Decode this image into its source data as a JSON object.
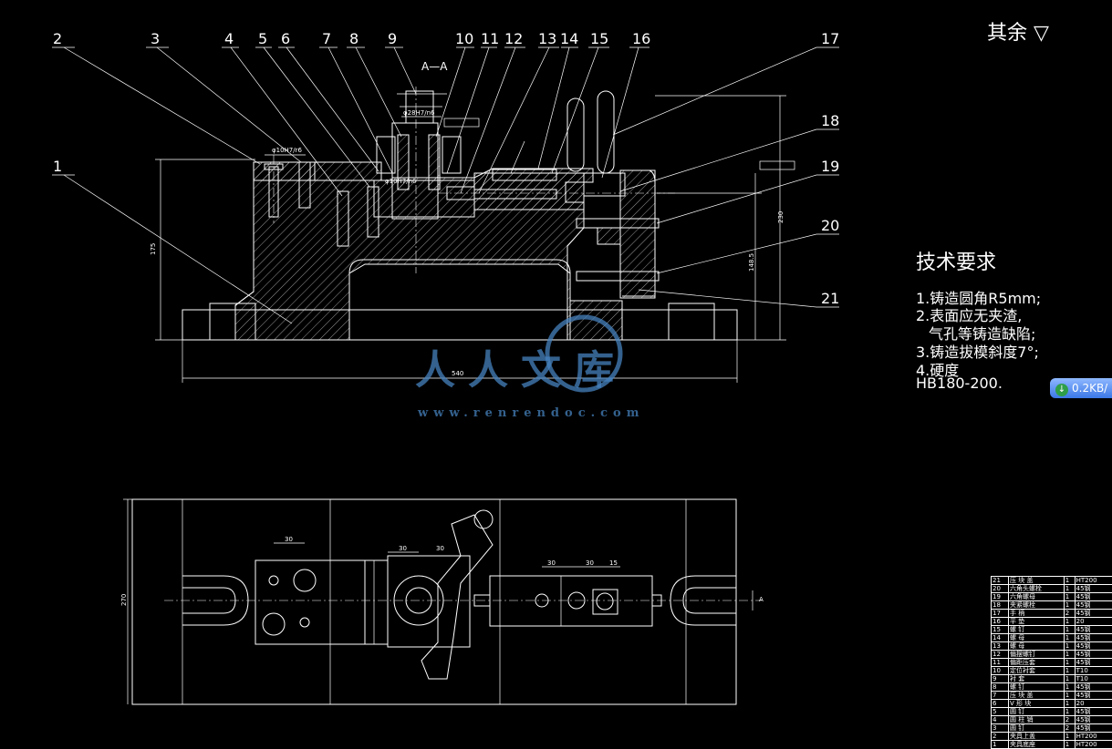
{
  "drawing": {
    "section_label": "A—A",
    "leader_numbers": [
      "1",
      "2",
      "3",
      "4",
      "5",
      "6",
      "7",
      "8",
      "9",
      "10",
      "11",
      "12",
      "13",
      "14",
      "15",
      "16",
      "17",
      "18",
      "19",
      "20",
      "21"
    ],
    "dimensions": {
      "total_width": "540",
      "height_left": "175",
      "height_right": "230",
      "height_right_inner": "148.5",
      "plan_height": "270",
      "plan_d1": "30",
      "plan_d2": "30",
      "plan_d3": "30",
      "plan_d4": "30",
      "plan_d5": "15",
      "fit1": "φ10H7/r6",
      "fit2": "φ10H7/n6",
      "fit3": "φ28H7/n6"
    },
    "section_marker": "A"
  },
  "roughness": {
    "label": "其余",
    "symbol": "▽"
  },
  "tech_requirements": {
    "title": "技术要求",
    "items": [
      "1.铸造圆角R5mm;",
      "2.表面应无夹渣,",
      "  气孔等铸造缺陷;",
      "3.铸造拔模斜度7°;",
      "4.硬度",
      "HB180-200."
    ]
  },
  "download_badge": {
    "label": "0.2KB/"
  },
  "watermark": {
    "brand": "人人文库",
    "url": "www.renrendoc.com"
  },
  "parts_list": [
    [
      "21",
      "压 块 盖",
      "1",
      "HT200"
    ],
    [
      "20",
      "六角头螺栓",
      "1",
      "45钢"
    ],
    [
      "19",
      "六角螺母",
      "1",
      "45钢"
    ],
    [
      "18",
      "夹紧螺栓",
      "1",
      "45钢"
    ],
    [
      "17",
      "手 柄",
      "2",
      "45钢"
    ],
    [
      "16",
      "平 垫",
      "1",
      "20"
    ],
    [
      "15",
      "螺 钉",
      "1",
      "45钢"
    ],
    [
      "14",
      "螺 母",
      "1",
      "45钢"
    ],
    [
      "13",
      "螺 母",
      "1",
      "45钢"
    ],
    [
      "12",
      "偏摆螺钉",
      "1",
      "45钢"
    ],
    [
      "11",
      "偏距压套",
      "1",
      "45钢"
    ],
    [
      "10",
      "定位衬套",
      "1",
      "T10"
    ],
    [
      "9",
      "衬 套",
      "1",
      "T10"
    ],
    [
      "8",
      "螺 钉",
      "1",
      "45钢"
    ],
    [
      "7",
      "压 块 盖",
      "1",
      "45钢"
    ],
    [
      "6",
      "V 形 块",
      "1",
      "20"
    ],
    [
      "5",
      "圆 钉",
      "1",
      "45钢"
    ],
    [
      "4",
      "圆 柱 销",
      "2",
      "45钢"
    ],
    [
      "3",
      "圆 钉",
      "2",
      "45钢"
    ],
    [
      "2",
      "夹具上盖",
      "1",
      "HT200"
    ],
    [
      "1",
      "夹具底座",
      "1",
      "HT200"
    ]
  ]
}
